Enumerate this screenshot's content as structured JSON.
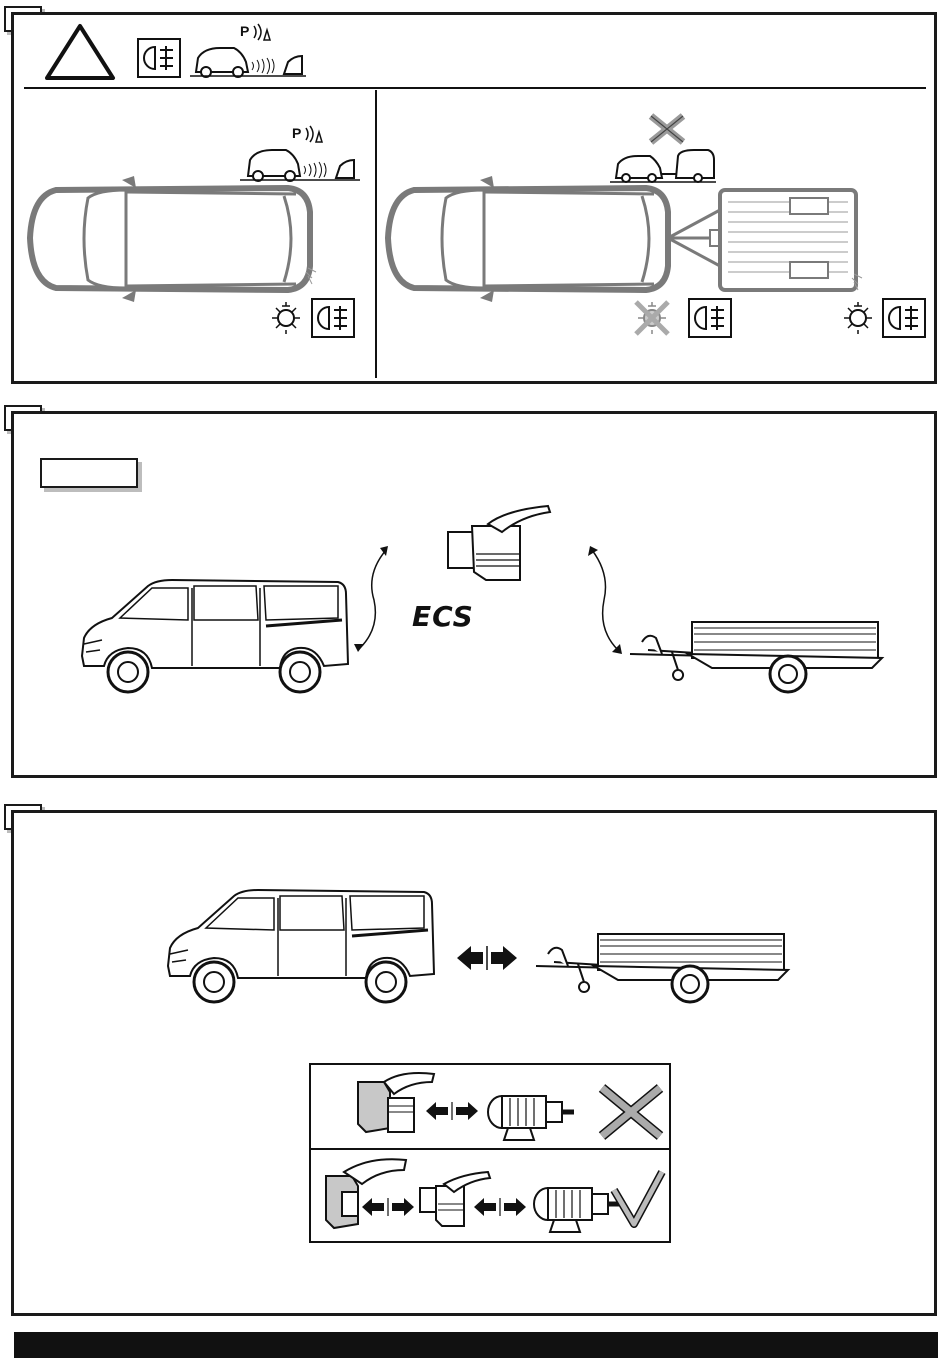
{
  "panels": [
    {
      "id": "panel-1",
      "step_label": ""
    },
    {
      "id": "panel-2",
      "step_label": ""
    },
    {
      "id": "panel-3",
      "step_label": ""
    }
  ],
  "brand_text": "ECS",
  "icons": {
    "warning": "warning-triangle-icon",
    "fog_light": "rear-fog-light-icon",
    "park_sensor": "parking-sensor-icon",
    "bulb": "bulb-icon",
    "cross": "cross-icon",
    "check": "check-icon",
    "arrows": "double-arrow-icon"
  },
  "sensor_text": "P",
  "colors": {
    "line": "#1a1a1a",
    "shadow": "#bdbdbd",
    "fill_gray": "#c8c8c8",
    "footer": "#111111"
  }
}
